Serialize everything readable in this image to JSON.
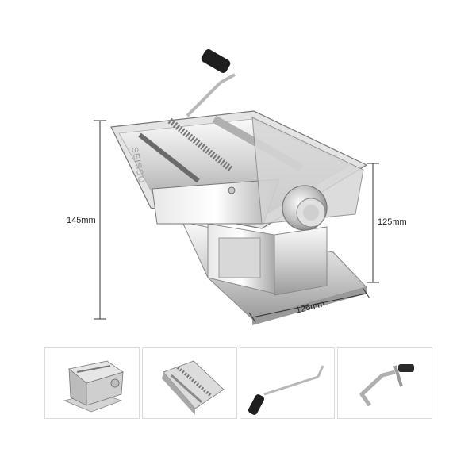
{
  "product": {
    "brand_engraving": "SEISSO",
    "main_image_icon": "pasta-machine-icon"
  },
  "dimensions": {
    "height": "145mm",
    "depth": "125mm",
    "width": "126mm"
  },
  "thumbnails": [
    {
      "icon": "pasta-machine-icon"
    },
    {
      "icon": "cutter-attachment-icon"
    },
    {
      "icon": "crank-handle-icon"
    },
    {
      "icon": "table-clamp-icon"
    }
  ],
  "colors": {
    "steel_light": "#f2f2f2",
    "steel_mid": "#c9c9c9",
    "steel_dark": "#8a8a8a",
    "handle_black": "#1e1e1e",
    "dimension_line": "#333333",
    "thumb_border": "#dcdcdc"
  }
}
